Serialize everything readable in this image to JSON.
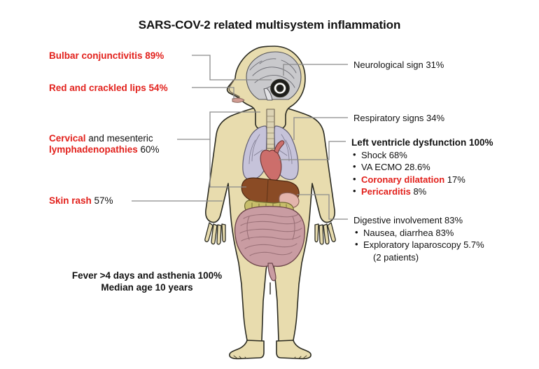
{
  "title": "SARS-COV-2 related multisystem inflammation",
  "colors": {
    "red": "#E2211C",
    "black": "#111111",
    "skin": "#E8DCAE",
    "brain": "#C9C9CC",
    "lung": "#C6C3DA",
    "heart": "#CC6E6B",
    "liver": "#8A4B25",
    "colon": "#C8BE6B",
    "intestine": "#C99CA2",
    "stomach": "#E3B5AC",
    "leader": "#8B8B8B",
    "background": "#FFFFFF"
  },
  "callouts": {
    "bulbar": {
      "text": "Bulbar conjunctivitis 89%",
      "color": "red"
    },
    "lips": {
      "text": "Red and crackled lips 54%",
      "color": "red"
    },
    "lymph": {
      "line1_red": "Cervical",
      "line1_black": " and mesenteric",
      "line2_red": "lymphadenopathies",
      "line2_black": " 60%"
    },
    "skin": {
      "label_red": "Skin rash",
      "value_black": " 57%"
    },
    "fever": {
      "line1": "Fever >4 days and asthenia 100%",
      "line2": "Median age 10 years"
    },
    "neuro": {
      "text": "Neurological sign 31%"
    },
    "respiratory": {
      "text": "Respiratory signs 34%"
    },
    "cardiac": {
      "header": "Left ventricle dysfunction 100%",
      "items": [
        {
          "text": "Shock 68%",
          "color": "black"
        },
        {
          "text": "VA ECMO 28.6%",
          "color": "black"
        },
        {
          "label_red": "Coronary dilatation",
          "value_black": " 17%",
          "color": "red"
        },
        {
          "label_red": "Pericarditis",
          "value_black": " 8%",
          "color": "red"
        }
      ]
    },
    "digestive": {
      "header": "Digestive involvement 83%",
      "items": [
        {
          "text": "Nausea, diarrhea 83%"
        },
        {
          "text": "Exploratory laparoscopy 5.7%",
          "subline": "(2 patients)"
        }
      ]
    }
  },
  "anatomy": {
    "figure_label": "anterior human body diagram",
    "organs": [
      "brain",
      "eye",
      "lips",
      "trachea",
      "lungs",
      "heart",
      "liver",
      "stomach",
      "transverse colon",
      "small intestine"
    ]
  }
}
